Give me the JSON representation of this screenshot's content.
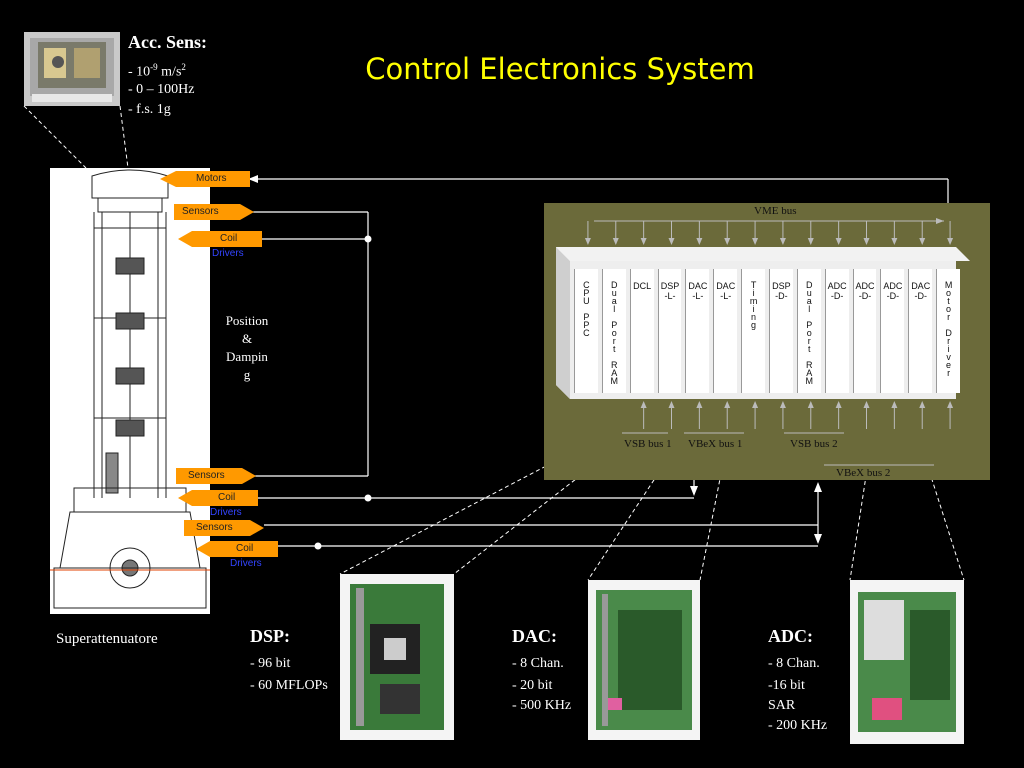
{
  "title": "Control Electronics System",
  "acc": {
    "heading": "Acc. Sens:",
    "items": [
      "- 10",
      "-9",
      " m/s",
      "2",
      "- 0 – 100Hz",
      "- f.s. 1g"
    ]
  },
  "super": {
    "tags": {
      "motors": "Motors",
      "sensors_top": "Sensors",
      "coil_top": "Coil",
      "drivers_top": "Drivers",
      "sensors_mid": "Sensors",
      "coil_mid": "Coil",
      "drivers_mid": "Drivers",
      "sensors_low": "Sensors",
      "coil_low": "Coil",
      "drivers_low": "Drivers"
    },
    "position_damping": [
      "Position",
      "&",
      "Dampin",
      "g"
    ],
    "caption": "Superattenuatore"
  },
  "crate": {
    "vme_bus": "VME bus",
    "vsb_bus1": "VSB bus 1",
    "vbex_bus1": "VBeX bus 1",
    "vsb_bus2": "VSB bus 2",
    "vbex_bus2": "VBeX bus 2",
    "modules": [
      {
        "label": "CPU PPC",
        "vertical": true
      },
      {
        "label": "Dual Port RAM",
        "vertical": true
      },
      {
        "label": "DCL",
        "vertical": false
      },
      {
        "label": "DSP -L-",
        "vertical": false
      },
      {
        "label": "DAC -L-",
        "vertical": false
      },
      {
        "label": "DAC -L-",
        "vertical": false
      },
      {
        "label": "Timing",
        "vertical": true
      },
      {
        "label": "DSP -D-",
        "vertical": false
      },
      {
        "label": "Dual Port RAM",
        "vertical": true
      },
      {
        "label": "ADC -D-",
        "vertical": false
      },
      {
        "label": "ADC -D-",
        "vertical": false
      },
      {
        "label": "ADC -D-",
        "vertical": false
      },
      {
        "label": "DAC -D-",
        "vertical": false
      },
      {
        "label": "Motor Driver",
        "vertical": true
      }
    ]
  },
  "dsp": {
    "heading": "DSP:",
    "lines": [
      "- 96 bit",
      "- 60 MFLOPs"
    ]
  },
  "dac": {
    "heading": "DAC:",
    "lines": [
      "- 8 Chan.",
      "- 20 bit",
      "- 500 KHz"
    ]
  },
  "adc": {
    "heading": "ADC:",
    "lines": [
      "- 8 Chan.",
      "-16 bit",
      "SAR",
      "- 200 KHz"
    ]
  },
  "colors": {
    "title": "#ffff00",
    "tag": "#ff9900",
    "crate_bg": "#6b6a3a",
    "driver_text": "#3344ff"
  }
}
